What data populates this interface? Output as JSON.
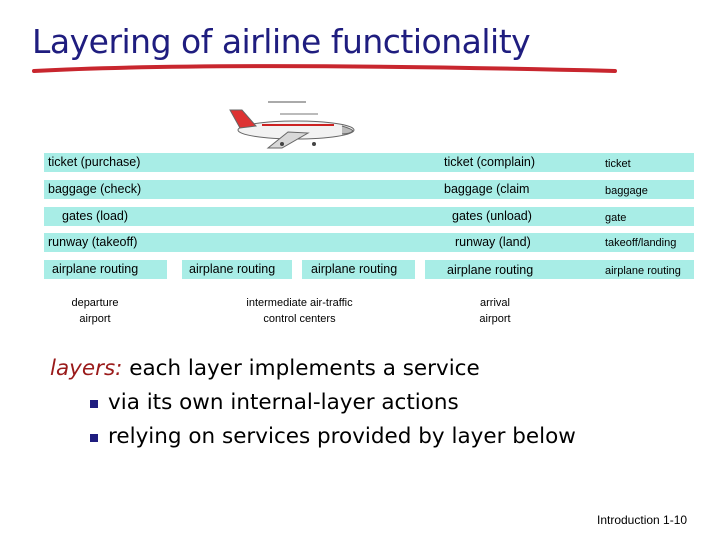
{
  "title": "Layering of airline functionality",
  "rows": [
    {
      "departure": "ticket (purchase)",
      "arrival": "ticket (complain)",
      "layer": "ticket"
    },
    {
      "departure": "baggage (check)",
      "arrival": "baggage (claim",
      "layer": "baggage"
    },
    {
      "departure": "gates (load)",
      "arrival": "gates (unload)",
      "layer": "gate"
    },
    {
      "departure": "runway (takeoff)",
      "arrival": "runway (land)",
      "layer": "takeoff/landing"
    },
    {
      "departure": "airplane routing",
      "mid1": "airplane routing",
      "mid2": "airplane routing",
      "arrival": "airplane routing",
      "layer": "airplane routing"
    }
  ],
  "captions": {
    "departure": "departure\nairport",
    "intermediate": "intermediate air-traffic\ncontrol centers",
    "arrival": "arrival\nairport"
  },
  "bullets": {
    "lead_label": "layers:",
    "lead_text": " each layer implements a service",
    "items": [
      "via its own internal-layer actions",
      "relying on services provided by layer below"
    ]
  },
  "footer": "Introduction 1-10",
  "colors": {
    "title": "#1f1d7f",
    "band": "#a8ede6",
    "underline": "#c8262e",
    "layers_label": "#9a1a1a"
  }
}
